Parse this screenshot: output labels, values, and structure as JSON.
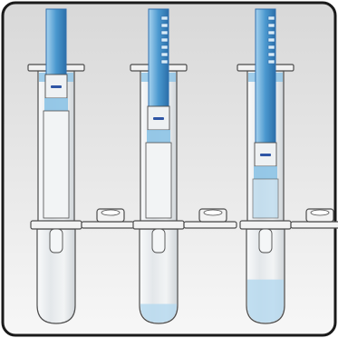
{
  "figure": {
    "panel_count": 3,
    "colors": {
      "frame_border": "#1a1a1a",
      "background_top": "#d8d8d8",
      "background_bottom": "#f7f7f7",
      "tube_glass": "#e6eaee",
      "tube_outline": "#4d4d4d",
      "cap_fill": "#f2f2f2",
      "plunger_blue": "#6aaed6",
      "plunger_dark_blue": "#2f6fae",
      "band_blue": "#8cc3e6",
      "liquid_blue": "#b7d9ee",
      "marker_blue": "#2e55a5"
    },
    "panels": [
      {
        "name": "panel-stage-1",
        "plunger_depth": 0.0,
        "liquid_level": 0.0
      },
      {
        "name": "panel-stage-2",
        "plunger_depth": 0.35,
        "liquid_level": 0.12
      },
      {
        "name": "panel-stage-3",
        "plunger_depth": 0.75,
        "liquid_level": 0.55
      }
    ]
  }
}
